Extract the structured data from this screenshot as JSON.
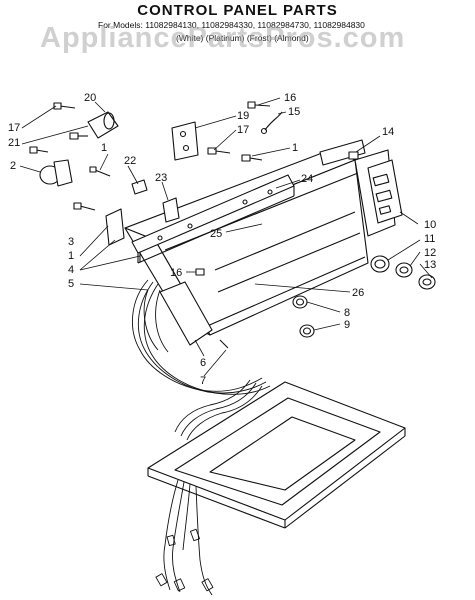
{
  "header": {
    "title": "CONTROL PANEL PARTS",
    "models_line": "For Models: 11082984130, 11082984330, 11082984730, 11082984830",
    "colors_line": "(White) (Platinum) (Frost) (Almond)",
    "watermark": "AppliancePartsPros.com"
  },
  "callouts": {
    "c1a": "1",
    "c1b": "1",
    "c1c": "1",
    "c2": "2",
    "c3": "3",
    "c4": "4",
    "c5": "5",
    "c6": "6",
    "c7": "7",
    "c8": "8",
    "c9": "9",
    "c10": "10",
    "c11": "11",
    "c12": "12",
    "c13": "13",
    "c14": "14",
    "c15": "15",
    "c16a": "16",
    "c16b": "16",
    "c17a": "17",
    "c17b": "17",
    "c18": "18",
    "c19": "19",
    "c20": "20",
    "c21": "21",
    "c22": "22",
    "c23": "23",
    "c24": "24",
    "c25": "25",
    "c26": "26"
  }
}
